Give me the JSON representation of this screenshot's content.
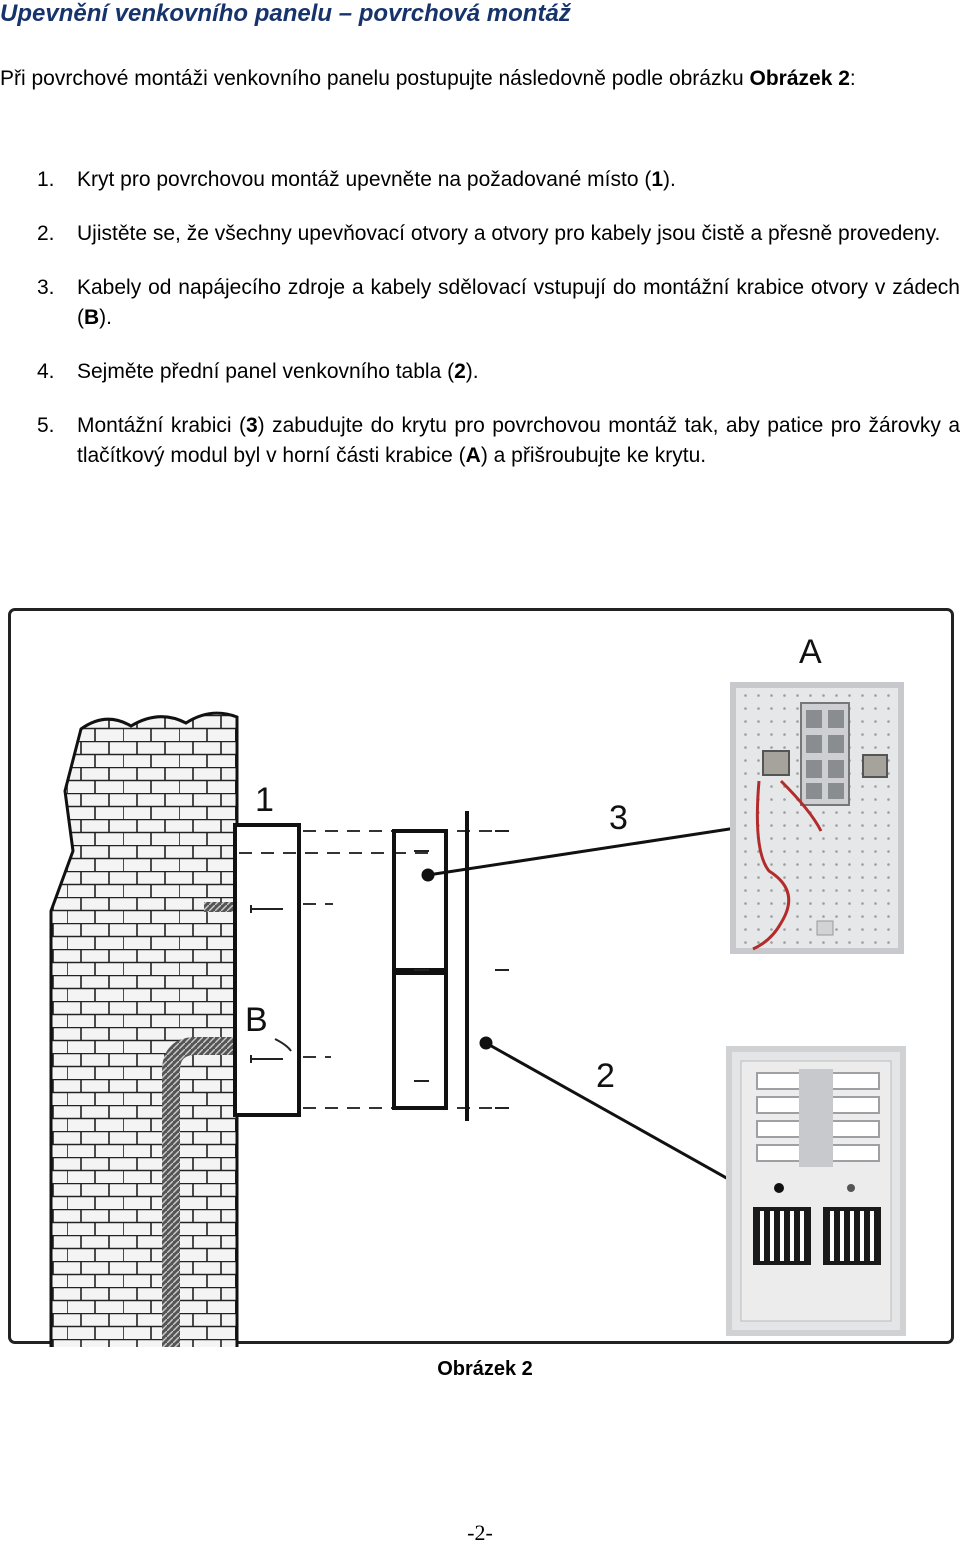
{
  "heading": "Upevnění venkovního panelu – povrchová montáž",
  "intro": {
    "text": "Při povrchové montáži venkovního panelu postupujte následovně podle obrázku",
    "ref": "Obrázek 2",
    "colon": ":"
  },
  "steps": [
    {
      "num": "1.",
      "parts": [
        {
          "t": "Kryt pro povrchovou montáž upevněte na požadované místo ("
        },
        {
          "t": "1",
          "b": true
        },
        {
          "t": ")."
        }
      ]
    },
    {
      "num": "2.",
      "parts": [
        {
          "t": "Ujistěte se, že všechny upevňovací otvory a otvory pro kabely jsou čistě a přesně provedeny."
        }
      ]
    },
    {
      "num": "3.",
      "parts": [
        {
          "t": "Kabely od napájecího zdroje a kabely sdělovací vstupují do montážní krabice otvory v zádech ("
        },
        {
          "t": "B",
          "b": true
        },
        {
          "t": ")."
        }
      ]
    },
    {
      "num": "4.",
      "parts": [
        {
          "t": "Sejměte přední panel venkovního tabla ("
        },
        {
          "t": "2",
          "b": true
        },
        {
          "t": ")."
        }
      ]
    },
    {
      "num": "5.",
      "parts": [
        {
          "t": "Montážní krabici ("
        },
        {
          "t": "3",
          "b": true
        },
        {
          "t": ") zabudujte do krytu pro povrchovou montáž tak, aby patice pro žárovky a tlačítkový modul byl v horní části krabice ("
        },
        {
          "t": "A",
          "b": true
        },
        {
          "t": ") a přišroubujte ke krytu."
        }
      ]
    }
  ],
  "figure": {
    "labels": {
      "one": "1",
      "two": "2",
      "three": "3",
      "a": "A",
      "b": "B"
    }
  },
  "caption": "Obrázek 2",
  "page_number": "-2-"
}
